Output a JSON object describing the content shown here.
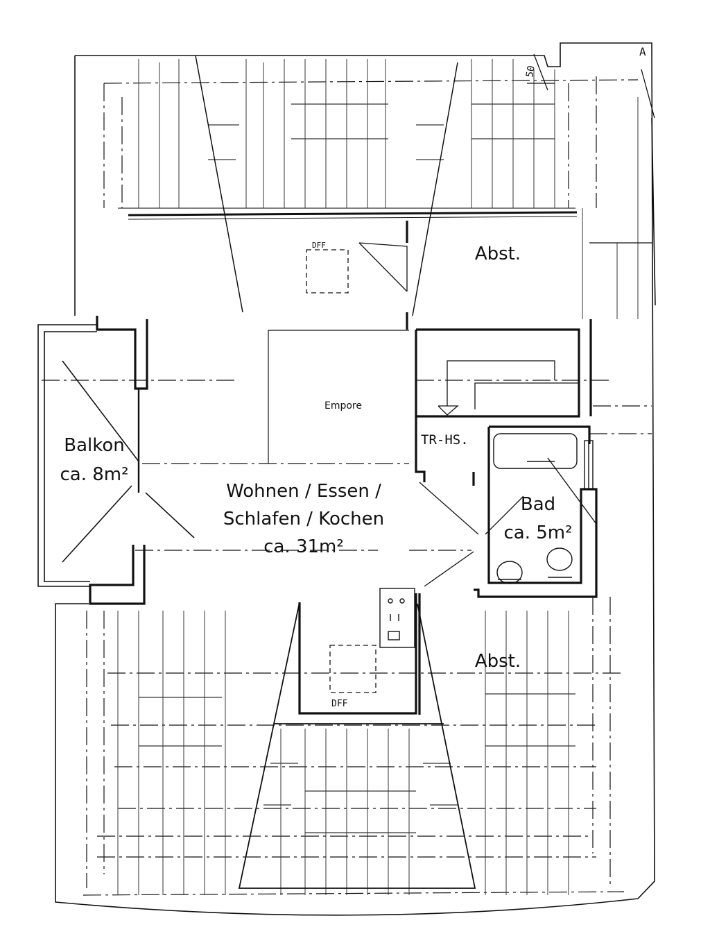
{
  "plan": {
    "colors": {
      "ink": "#111111",
      "paper": "#ffffff",
      "light": "#222222"
    },
    "rooms": {
      "abst_top": {
        "name": "Abst."
      },
      "abst_bottom": {
        "name": "Abst."
      },
      "balkon": {
        "name": "Balkon",
        "area": "ca. 8m²"
      },
      "wohnen": {
        "line1": "Wohnen / Essen /",
        "line2": "Schlafen / Kochen",
        "area": "ca. 31m²"
      },
      "bad": {
        "name": "Bad",
        "area": "ca. 5m²"
      },
      "empore": {
        "name": "Empore"
      }
    },
    "annotations": {
      "dff_top": "DFF",
      "dff_bottom": "DFF",
      "stair": "TR-HS.",
      "dimension": "50",
      "section_marker": "A"
    }
  }
}
